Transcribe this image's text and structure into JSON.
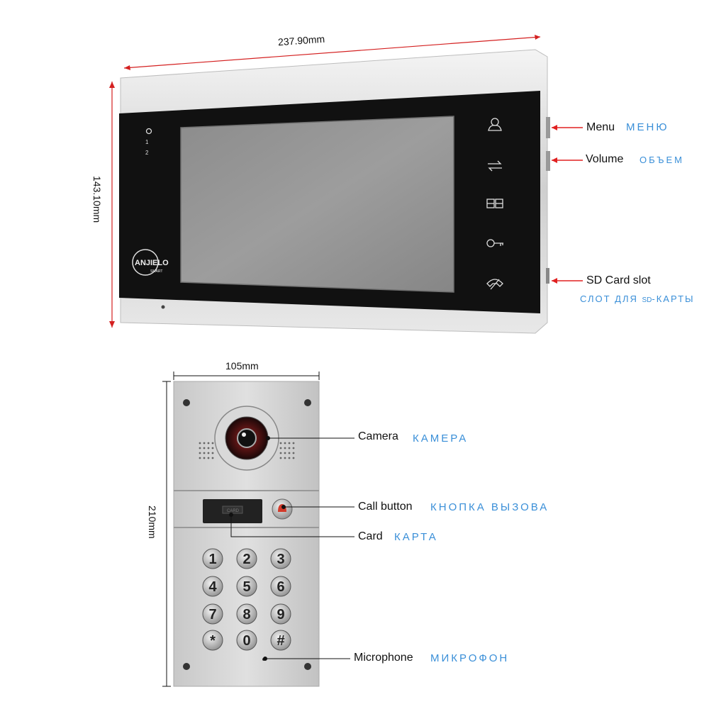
{
  "monitor": {
    "width_label": "237.90mm",
    "height_label": "143.10mm",
    "brand": "ANJIELO",
    "brand_sub": "SMART",
    "side_indicators": [
      "1",
      "2"
    ],
    "callouts": {
      "menu": {
        "en": "Menu",
        "ru": "МЕНЮ"
      },
      "volume": {
        "en": "Volume",
        "ru": "ОБЪЕМ"
      },
      "sd": {
        "en": "SD Card slot",
        "ru_pre": "СЛОТ ДЛЯ ",
        "ru_small": "SD",
        "ru_post": "-КАРТЫ"
      }
    },
    "button_icons": [
      "user-icon",
      "transfer-icon",
      "monitor-view-icon",
      "key-unlock-icon",
      "handset-icon"
    ]
  },
  "door_panel": {
    "width_label": "105mm",
    "height_label": "210mm",
    "card_reader_text": "CARD",
    "keypad": [
      "1",
      "2",
      "3",
      "4",
      "5",
      "6",
      "7",
      "8",
      "9",
      "*",
      "0",
      "#"
    ],
    "callouts": {
      "camera": {
        "en": "Camera",
        "ru": "КАМЕРА"
      },
      "call": {
        "en": "Call button",
        "ru": "КНОПКА ВЫЗОВА"
      },
      "card": {
        "en": "Card",
        "ru": "КАРТА"
      },
      "mic": {
        "en": "Microphone",
        "ru": "МИКРОФОН"
      }
    }
  },
  "colors": {
    "accent_ru": "#3a8fd8",
    "arrow": "#e02020",
    "dim_line": "#d42020"
  }
}
